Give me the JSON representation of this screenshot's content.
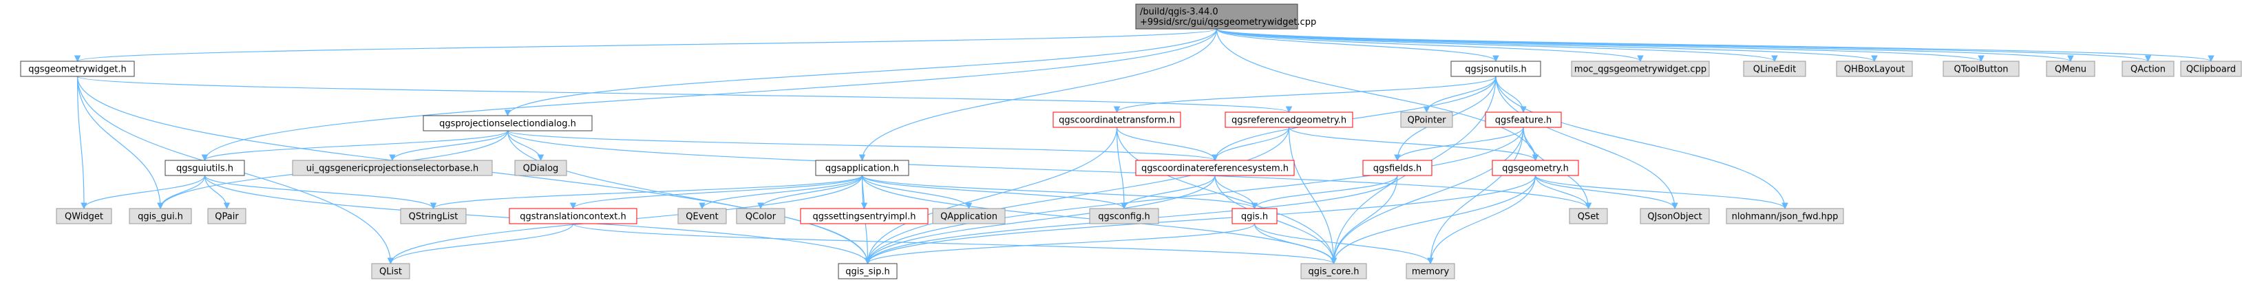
{
  "colors": {
    "edge": "#63b8ff",
    "root_fill": "#999999",
    "plain_border": "#404040",
    "ext_fill": "#e0e0e0",
    "ext_border": "#999999",
    "red_border": "#ff0000"
  },
  "nodes": {
    "root": {
      "lines": [
        "/build/qgis-3.44.0",
        "+99sid/src/gui/qgsgeometrywidget.cpp"
      ],
      "style": "root"
    },
    "qgw": {
      "lines": [
        "qgsgeometrywidget.h"
      ],
      "style": "plain"
    },
    "qjson": {
      "lines": [
        "qgsjsonutils.h"
      ],
      "style": "plain"
    },
    "moc": {
      "lines": [
        "moc_qgsgeometrywidget.cpp"
      ],
      "style": "ext"
    },
    "qle": {
      "lines": [
        "QLineEdit"
      ],
      "style": "ext"
    },
    "qhb": {
      "lines": [
        "QHBoxLayout"
      ],
      "style": "ext"
    },
    "qtb": {
      "lines": [
        "QToolButton"
      ],
      "style": "ext"
    },
    "qmenu": {
      "lines": [
        "QMenu"
      ],
      "style": "ext"
    },
    "qaction": {
      "lines": [
        "QAction"
      ],
      "style": "ext"
    },
    "qclip": {
      "lines": [
        "QClipboard"
      ],
      "style": "ext"
    },
    "qpsd": {
      "lines": [
        "qgsprojectionselectiondialog.h"
      ],
      "style": "plain"
    },
    "qct": {
      "lines": [
        "qgscoordinatetransform.h"
      ],
      "style": "red"
    },
    "qrg": {
      "lines": [
        "qgsreferencedgeometry.h"
      ],
      "style": "red"
    },
    "qfeat": {
      "lines": [
        "qgsfeature.h"
      ],
      "style": "red"
    },
    "qpointer": {
      "lines": [
        "QPointer"
      ],
      "style": "ext"
    },
    "qgu": {
      "lines": [
        "qgsguiutils.h"
      ],
      "style": "plain"
    },
    "uiproj": {
      "lines": [
        "ui_qgsgenericprojectionselectorbase.h"
      ],
      "style": "ext"
    },
    "qdialog": {
      "lines": [
        "QDialog"
      ],
      "style": "ext"
    },
    "qapp": {
      "lines": [
        "qgsapplication.h"
      ],
      "style": "plain"
    },
    "qcrs": {
      "lines": [
        "qgscoordinatereferencesystem.h"
      ],
      "style": "red"
    },
    "qfields": {
      "lines": [
        "qgsfields.h"
      ],
      "style": "red"
    },
    "qgeom": {
      "lines": [
        "qgsgeometry.h"
      ],
      "style": "red"
    },
    "qwidget": {
      "lines": [
        "QWidget"
      ],
      "style": "ext"
    },
    "qgisgui": {
      "lines": [
        "qgis_gui.h"
      ],
      "style": "ext"
    },
    "qpair": {
      "lines": [
        "QPair"
      ],
      "style": "ext"
    },
    "qsl": {
      "lines": [
        "QStringList"
      ],
      "style": "ext"
    },
    "qtc": {
      "lines": [
        "qgstranslationcontext.h"
      ],
      "style": "red"
    },
    "qevent": {
      "lines": [
        "QEvent"
      ],
      "style": "ext"
    },
    "qcolor": {
      "lines": [
        "QColor"
      ],
      "style": "ext"
    },
    "qsei": {
      "lines": [
        "qgssettingsentryimpl.h"
      ],
      "style": "red"
    },
    "qapplication": {
      "lines": [
        "QApplication"
      ],
      "style": "ext"
    },
    "qconfig": {
      "lines": [
        "qgsconfig.h"
      ],
      "style": "ext"
    },
    "qgish": {
      "lines": [
        "qgis.h"
      ],
      "style": "red"
    },
    "qset": {
      "lines": [
        "QSet"
      ],
      "style": "ext"
    },
    "qjo": {
      "lines": [
        "QJsonObject"
      ],
      "style": "ext"
    },
    "nlohmann": {
      "lines": [
        "nlohmann/json_fwd.hpp"
      ],
      "style": "ext"
    },
    "qlist": {
      "lines": [
        "QList"
      ],
      "style": "ext"
    },
    "qsip": {
      "lines": [
        "qgis_sip.h"
      ],
      "style": "plain"
    },
    "memory": {
      "lines": [
        "memory"
      ],
      "style": "ext"
    },
    "qcore": {
      "lines": [
        "qgis_core.h"
      ],
      "style": "ext"
    }
  },
  "edges": [
    [
      "root",
      "qgw"
    ],
    [
      "root",
      "qjson"
    ],
    [
      "root",
      "moc"
    ],
    [
      "root",
      "qle"
    ],
    [
      "root",
      "qhb"
    ],
    [
      "root",
      "qtb"
    ],
    [
      "root",
      "qmenu"
    ],
    [
      "root",
      "qaction"
    ],
    [
      "root",
      "qclip"
    ],
    [
      "root",
      "qpsd"
    ],
    [
      "root",
      "qgu"
    ],
    [
      "root",
      "qapp"
    ],
    [
      "root",
      "qgeom"
    ],
    [
      "qgw",
      "qwidget"
    ],
    [
      "qgw",
      "qgisgui"
    ],
    [
      "qgw",
      "qsip"
    ],
    [
      "qgw",
      "qrg"
    ],
    [
      "qgw",
      "qlist"
    ],
    [
      "qjson",
      "qct"
    ],
    [
      "qjson",
      "qpointer"
    ],
    [
      "qjson",
      "qfeat"
    ],
    [
      "qjson",
      "qcrs"
    ],
    [
      "qjson",
      "qfields"
    ],
    [
      "qjson",
      "qjo"
    ],
    [
      "qjson",
      "nlohmann"
    ],
    [
      "qjson",
      "qcore"
    ],
    [
      "qpsd",
      "qgu"
    ],
    [
      "qpsd",
      "uiproj"
    ],
    [
      "qpsd",
      "qdialog"
    ],
    [
      "qpsd",
      "qcrs"
    ],
    [
      "qpsd",
      "qsip"
    ],
    [
      "qpsd",
      "qgisgui"
    ],
    [
      "qpsd",
      "qset"
    ],
    [
      "qct",
      "qcrs"
    ],
    [
      "qct",
      "qconfig"
    ],
    [
      "qct",
      "qsip"
    ],
    [
      "qct",
      "qcore"
    ],
    [
      "qrg",
      "qcrs"
    ],
    [
      "qrg",
      "qgeom"
    ],
    [
      "qrg",
      "qcore"
    ],
    [
      "qrg",
      "qsip"
    ],
    [
      "qfeat",
      "qfields"
    ],
    [
      "qfeat",
      "qgeom"
    ],
    [
      "qfeat",
      "qset"
    ],
    [
      "qfeat",
      "qcore"
    ],
    [
      "qfeat",
      "qsip"
    ],
    [
      "qfeat",
      "memory"
    ],
    [
      "qgu",
      "qwidget"
    ],
    [
      "qgu",
      "qgisgui"
    ],
    [
      "qgu",
      "qpair"
    ],
    [
      "qgu",
      "qsl"
    ],
    [
      "qgu",
      "qsip"
    ],
    [
      "qapp",
      "qsl"
    ],
    [
      "qapp",
      "qtc"
    ],
    [
      "qapp",
      "qevent"
    ],
    [
      "qapp",
      "qcolor"
    ],
    [
      "qapp",
      "qsei"
    ],
    [
      "qapp",
      "qapplication"
    ],
    [
      "qapp",
      "qconfig"
    ],
    [
      "qapp",
      "qgish"
    ],
    [
      "qapp",
      "qsip"
    ],
    [
      "qapp",
      "qcore"
    ],
    [
      "qapp",
      "qlist"
    ],
    [
      "qcrs",
      "qgish"
    ],
    [
      "qcrs",
      "qconfig"
    ],
    [
      "qcrs",
      "qsip"
    ],
    [
      "qcrs",
      "qcore"
    ],
    [
      "qfields",
      "qgish"
    ],
    [
      "qfields",
      "qsip"
    ],
    [
      "qfields",
      "qcore"
    ],
    [
      "qgeom",
      "qset"
    ],
    [
      "qgeom",
      "qjo"
    ],
    [
      "qgeom",
      "nlohmann"
    ],
    [
      "qgeom",
      "memory"
    ],
    [
      "qgeom",
      "qcore"
    ],
    [
      "qgeom",
      "qsip"
    ],
    [
      "qgish",
      "qsip"
    ],
    [
      "qgish",
      "qcore"
    ],
    [
      "qgish",
      "memory"
    ],
    [
      "qtc",
      "qlist"
    ],
    [
      "qtc",
      "qcore"
    ]
  ]
}
